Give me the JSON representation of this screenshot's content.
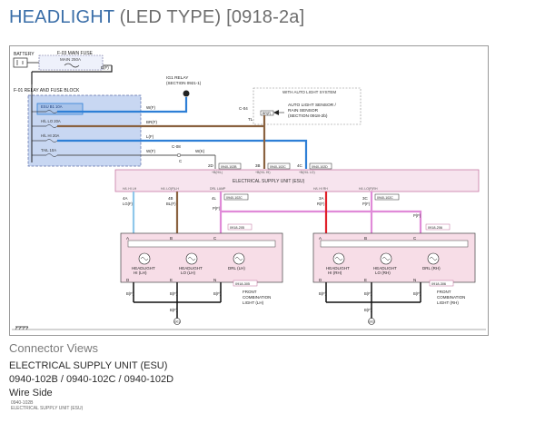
{
  "page": {
    "title_main": "HEADLIGHT",
    "title_type": " (LED TYPE) ",
    "title_code": "[0918-2a]"
  },
  "diagram": {
    "battery_label": "BATTERY",
    "main_fuse": {
      "label": "F-03 MAIN FUSE",
      "rating": "MAIN 250A",
      "wire": "B(F)"
    },
    "relay_block_label": "F-01 RELAY AND FUSE BLOCK",
    "fuses": [
      {
        "label": "ESU B1 10A",
        "wire": "W(F)"
      },
      {
        "label": "H/L LO 20A",
        "wire": "BR(F)"
      },
      {
        "label": "H/L HI 20A",
        "wire": "L(F)"
      },
      {
        "label": "TAIL 10A",
        "wire": "W(F)"
      }
    ],
    "ig1_relay": {
      "line1": "IG1 RELAY",
      "line2": "(SECTION 0921-1)"
    },
    "auto_light_box": {
      "caption": "WITH AUTO LIGHT SYSTEM",
      "connector": "C-04",
      "wire_a": "BR(F)",
      "wire_b": "TL",
      "sensor_line1": "AUTO LIGHT SENSOR /",
      "sensor_line2": "RAIN SENSOR",
      "sensor_line3": "(SECTION 0918-2b)"
    },
    "c08_connector": {
      "label": "C-08",
      "wire_in": "W(F)",
      "wire_out": "W(K)",
      "pin": "C"
    },
    "esu_label": "ELECTRICAL SUPPLY UNIT (ESU)",
    "esu_top_pins": [
      {
        "pin": "2D",
        "conn": "0940-102B",
        "name": "+B(H/L)"
      },
      {
        "pin": "3B",
        "conn": "0940-102C",
        "name": "+B(H/L HI)"
      },
      {
        "pin": "4C",
        "conn": "0940-102D",
        "name": "+B(H/L LO)"
      }
    ],
    "esu_bottom_left": [
      {
        "name": "H/L HI LH",
        "pin": "4A",
        "wire": "LG(F)"
      },
      {
        "name": "H/L LO(F)LH",
        "pin": "4B",
        "wire": "BL(F)"
      },
      {
        "name": "DRL LAMP",
        "pin": "4L",
        "wire": "P(F)"
      }
    ],
    "esu_bottom_left_conn": "0940-102C",
    "esu_bottom_right": [
      {
        "name": "H/L HI RH",
        "pin": "3A",
        "wire": "R(F)"
      },
      {
        "name": "H/L LO(F)RH",
        "pin": "3C",
        "wire": "P(F)"
      }
    ],
    "esu_bottom_right_conn": "0940-102C",
    "right_pf_wire": "P(F)",
    "ref_left_top": "0918-205",
    "ref_right_top": "0918-206",
    "lamp_left": {
      "pins": [
        "A",
        "B",
        "C"
      ],
      "lamps": [
        {
          "l1": "HEADLIGHT",
          "l2": "HI (LH)"
        },
        {
          "l1": "HEADLIGHT",
          "l2": "LO (LH)"
        },
        {
          "l1": "DRL (LH)",
          "l2": ""
        }
      ],
      "bottom_pins": [
        "D",
        "E",
        "N"
      ],
      "ref_bottom": "0918-305",
      "title_l1": "FRONT",
      "title_l2": "COMBINATION",
      "title_l3": "LIGHT (LH)",
      "ground_wires": [
        "B(F)",
        "B(F)",
        "B(F)"
      ],
      "merged_wire": "B(F)",
      "ground_label": "G01"
    },
    "lamp_right": {
      "pins": [
        "A",
        "B",
        "C"
      ],
      "lamps": [
        {
          "l1": "HEADLIGHT",
          "l2": "HI (RH)"
        },
        {
          "l1": "HEADLIGHT",
          "l2": "LO (RH)"
        },
        {
          "l1": "DRL (RH)",
          "l2": ""
        }
      ],
      "bottom_pins": [
        "D",
        "E",
        "N"
      ],
      "ref_bottom": "0918-306",
      "title_l1": "FRONT",
      "title_l2": "COMBINATION",
      "title_l3": "LIGHT (RH)",
      "ground_wires": [
        "B(F)",
        "B(F)",
        "B(F)"
      ],
      "merged_wire": "B(F)",
      "ground_label": "G02"
    }
  },
  "connector_views": {
    "heading": "Connector Views",
    "unit_name": "ELECTRICAL SUPPLY UNIT (ESU)",
    "connectors": "0940-102B / 0940-102C / 0940-102D",
    "side": "Wire Side",
    "mini_code": "0940-102B",
    "mini_unit": "ELECTRICAL SUPPLY UNIT (ESU)"
  },
  "colors": {
    "blue_wire": "#2e7fd6",
    "brown_wire": "#8a6240",
    "pink_wire": "#e08ad8",
    "red_wire": "#e0202a",
    "lightblue_wire": "#8fc7ea",
    "relay_block_fill": "#c8d7f2",
    "esu_fill": "#f7e4ee",
    "lamp_fill": "#f7dde7",
    "title_blue": "#3a6ea8"
  }
}
